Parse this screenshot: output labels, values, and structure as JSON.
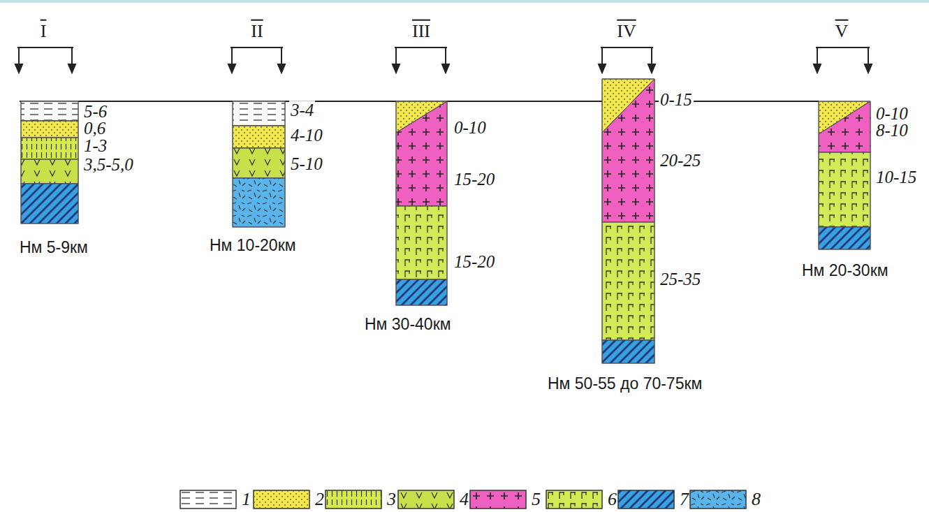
{
  "diagram": {
    "labels": [
      "I",
      "II",
      "III",
      "IV",
      "V",
      "5-6",
      "0,6",
      "1-3",
      "3,5-5,0",
      "Hм 5-9км",
      "3-4",
      "4-10",
      "5-10",
      "Hм 10-20км",
      "0-10",
      "15-20",
      "15-20",
      "Hм 30-40км",
      "0-15",
      "20-25",
      "25-35",
      "Hм 50-55 до 70-75км",
      "0-10",
      "8-10",
      "10-15",
      "Hм 20-30км"
    ],
    "legend": [
      {
        "text": "1",
        "color": "#ffffff"
      },
      {
        "text": "2",
        "color": "#f5e84a"
      },
      {
        "text": "3",
        "color": "#d6ea4c"
      },
      {
        "text": "4",
        "color": "#c8e04a"
      },
      {
        "text": "5",
        "color": "#f060c0"
      },
      {
        "text": "6",
        "color": "#d2ea55"
      },
      {
        "text": "7",
        "color": "#3aa0e0"
      },
      {
        "text": "8",
        "color": "#5ab4ec"
      }
    ]
  }
}
